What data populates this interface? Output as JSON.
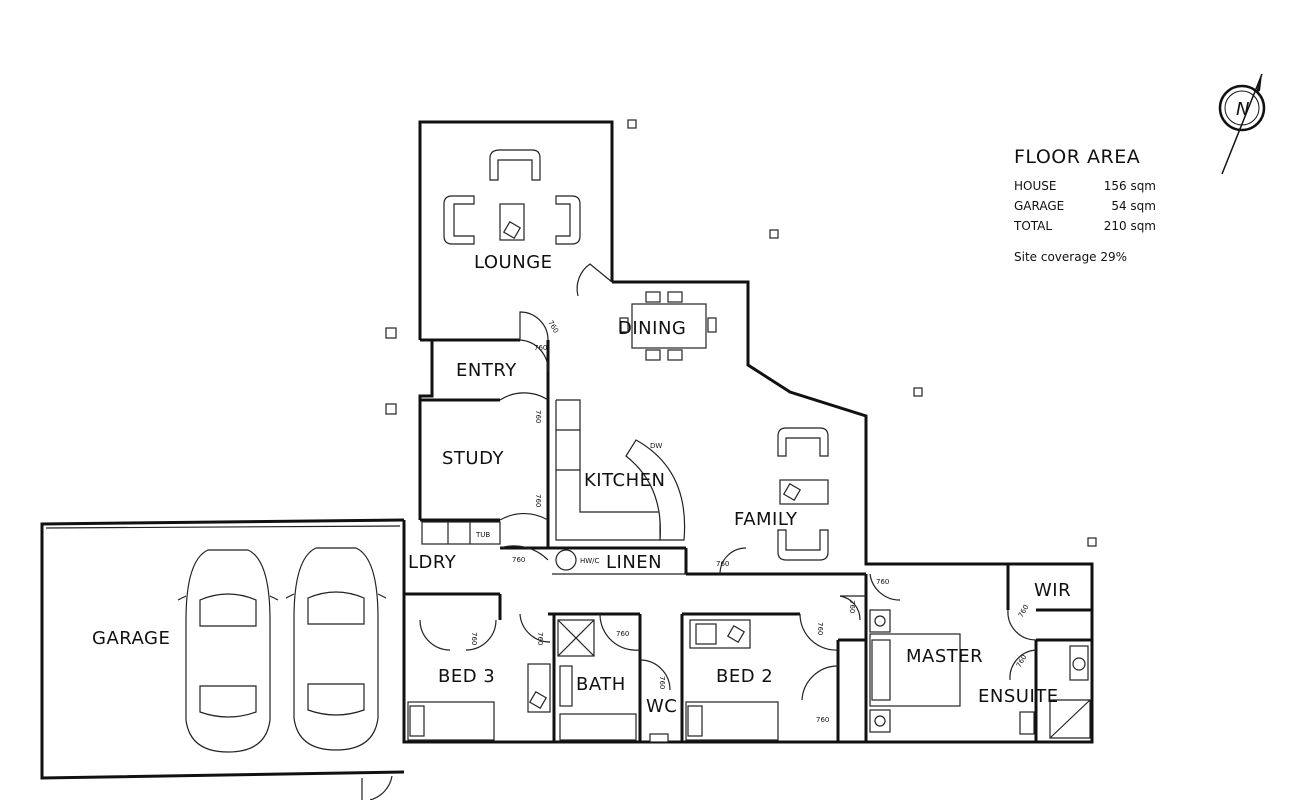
{
  "rooms": {
    "lounge": "LOUNGE",
    "dining": "DINING",
    "entry": "ENTRY",
    "study": "STUDY",
    "kitchen": "KITCHEN",
    "family": "FAMILY",
    "garage": "GARAGE",
    "ldry": "LDRY",
    "linen": "LINEN",
    "bed3": "BED 3",
    "bath": "BATH",
    "wc": "WC",
    "bed2": "BED 2",
    "master": "MASTER",
    "ensuite": "ENSUITE",
    "wir": "WIR"
  },
  "fixtures": {
    "tub": "TUB",
    "hwc": "HW/C",
    "dw": "DW"
  },
  "door_size": "760",
  "floor_area": {
    "title": "FLOOR AREA",
    "rows": [
      {
        "label": "HOUSE",
        "value": "156 sqm"
      },
      {
        "label": "GARAGE",
        "value": "54 sqm"
      },
      {
        "label": "TOTAL",
        "value": "210 sqm"
      }
    ],
    "site_coverage": "Site coverage 29%"
  },
  "compass": {
    "icon": "north-arrow-icon",
    "letter": "N"
  }
}
